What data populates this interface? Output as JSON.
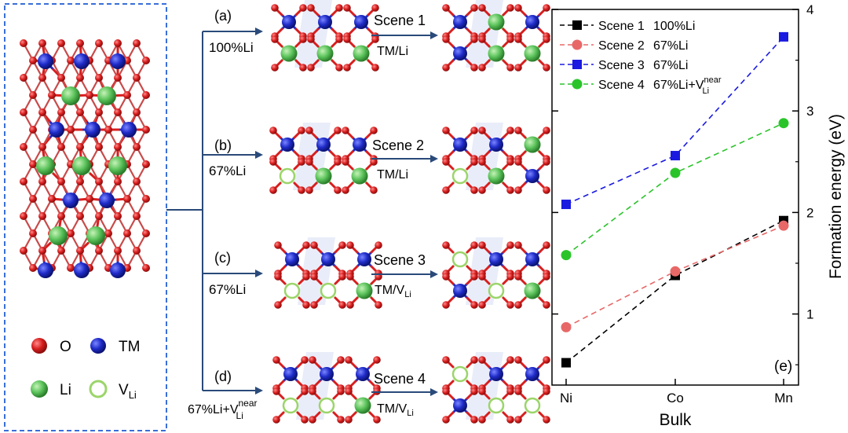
{
  "legend": {
    "items": [
      {
        "symbol": "O"
      },
      {
        "symbol": "TM"
      },
      {
        "symbol": "Li"
      },
      {
        "symbol": "V",
        "sub": "Li"
      }
    ]
  },
  "atom_colors": {
    "O": "#d81e1e",
    "TM": "#1f2bc8",
    "Li": "#5cc45c",
    "V_Li": "#9bd56a",
    "frame": "#3a6fd8",
    "arrow": "#2a4a7a"
  },
  "scenarios": [
    {
      "tag": "(a)",
      "condition": "100%Li",
      "scene": "Scene 1",
      "swap": "TM/Li",
      "swap_sub": "",
      "cond_sup": "",
      "cond_sub": ""
    },
    {
      "tag": "(b)",
      "condition": "67%Li",
      "scene": "Scene 2",
      "swap": "TM/Li",
      "swap_sub": "",
      "cond_sup": "",
      "cond_sub": ""
    },
    {
      "tag": "(c)",
      "condition": "67%Li",
      "scene": "Scene 3",
      "swap": "TM/V",
      "swap_sub": "Li",
      "cond_sup": "",
      "cond_sub": ""
    },
    {
      "tag": "(d)",
      "condition": "67%Li+V",
      "scene": "Scene 4",
      "swap": "TM/V",
      "swap_sub": "Li",
      "cond_sup": "near",
      "cond_sub": "Li"
    }
  ],
  "chart_data": {
    "type": "line",
    "panel_label": "(e)",
    "categories": [
      "Ni",
      "Co",
      "Mn"
    ],
    "xlabel": "Bulk",
    "ylabel": "Formation energy (eV)",
    "ylim": [
      0.3,
      4.0
    ],
    "yticks": [
      1,
      2,
      3,
      4
    ],
    "grid": false,
    "legend_position": "top-left",
    "series": [
      {
        "name": "Scene 1",
        "desc": "100%Li",
        "desc_sup": "",
        "desc_sub": "",
        "marker": "square",
        "color": "#000000",
        "values": [
          0.52,
          1.38,
          1.92
        ]
      },
      {
        "name": "Scene 2",
        "desc": "67%Li",
        "desc_sup": "",
        "desc_sub": "",
        "marker": "circle",
        "color": "#e86868",
        "values": [
          0.87,
          1.42,
          1.87
        ]
      },
      {
        "name": "Scene 3",
        "desc": "67%Li",
        "desc_sup": "",
        "desc_sub": "",
        "marker": "square",
        "color": "#1a1ae0",
        "values": [
          2.08,
          2.56,
          3.73
        ]
      },
      {
        "name": "Scene 4",
        "desc": "67%Li+V",
        "desc_sup": "near",
        "desc_sub": "Li",
        "marker": "circle",
        "color": "#2ac42a",
        "values": [
          1.58,
          2.39,
          2.88
        ]
      }
    ]
  }
}
